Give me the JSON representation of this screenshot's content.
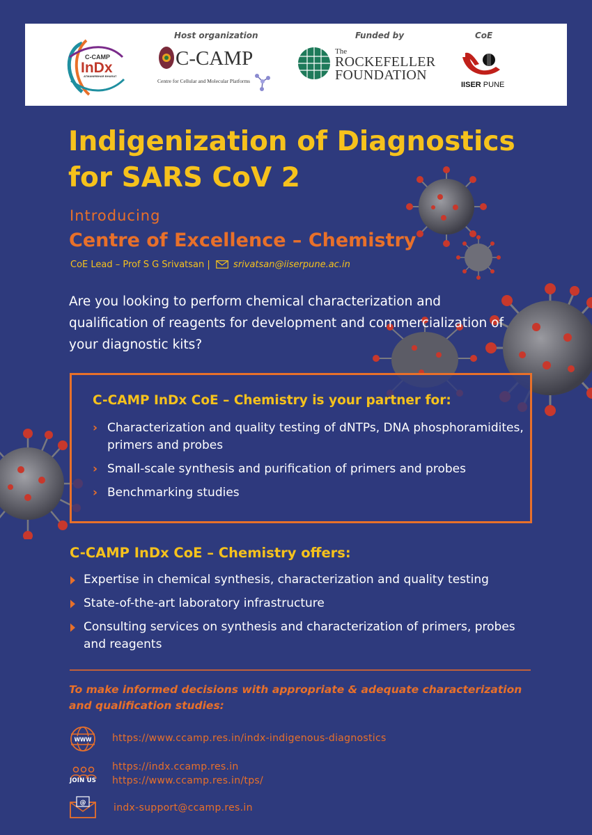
{
  "header": {
    "captions": {
      "host": "Host organization",
      "funded": "Funded by",
      "coe": "CoE"
    },
    "logos": {
      "indx_top": "C-CAMP",
      "indx_main": "InDx",
      "indx_sub": "ATMANIRBHAR BHARAT",
      "ccamp_name": "C-CAMP",
      "ccamp_tagline": "Centre for Cellular and Molecular Platforms",
      "rockefeller_the": "The",
      "rockefeller_line1": "ROCKEFELLER",
      "rockefeller_line2": "FOUNDATION",
      "iiser_bold": "IISER",
      "iiser_rest": " PUNE"
    }
  },
  "title": "Indigenization of Diagnostics for SARS CoV 2",
  "introducing": "Introducing",
  "coe_title": "Centre of Excellence – Chemistry",
  "lead": {
    "text": "CoE Lead – Prof S G Srivatsan  |",
    "email": "srivatsan@iiserpune.ac.in"
  },
  "question": "Are you looking to perform chemical characterization and qualification of reagents for development and commercialization of your diagnostic kits?",
  "partner": {
    "heading": "C-CAMP InDx CoE – Chemistry is your partner for:",
    "items": [
      "Characterization and quality testing of dNTPs, DNA phosphoramidites, primers and probes",
      "Small-scale synthesis and purification of primers and probes",
      "Benchmarking studies"
    ]
  },
  "offers": {
    "heading": "C-CAMP InDx CoE – Chemistry offers:",
    "items": [
      "Expertise in chemical synthesis, characterization and quality testing",
      "State-of-the-art laboratory infrastructure",
      "Consulting services on synthesis and characterization of primers, probes and reagents"
    ]
  },
  "decision_text": "To make informed decisions with appropriate & adequate characterization and qualification studies:",
  "contact": {
    "www_label": "WWW",
    "website": "https://www.ccamp.res.in/indx-indigenous-diagnostics",
    "join_label": "JOIN US",
    "join_link1": "https://indx.ccamp.res.in",
    "join_link2": "https://www.ccamp.res.in/tps/",
    "email": "indx-support@ccamp.res.in"
  },
  "colors": {
    "background": "#2e3a7d",
    "yellow": "#f6c21c",
    "orange": "#e8702a",
    "virus_red": "#c8382c"
  }
}
